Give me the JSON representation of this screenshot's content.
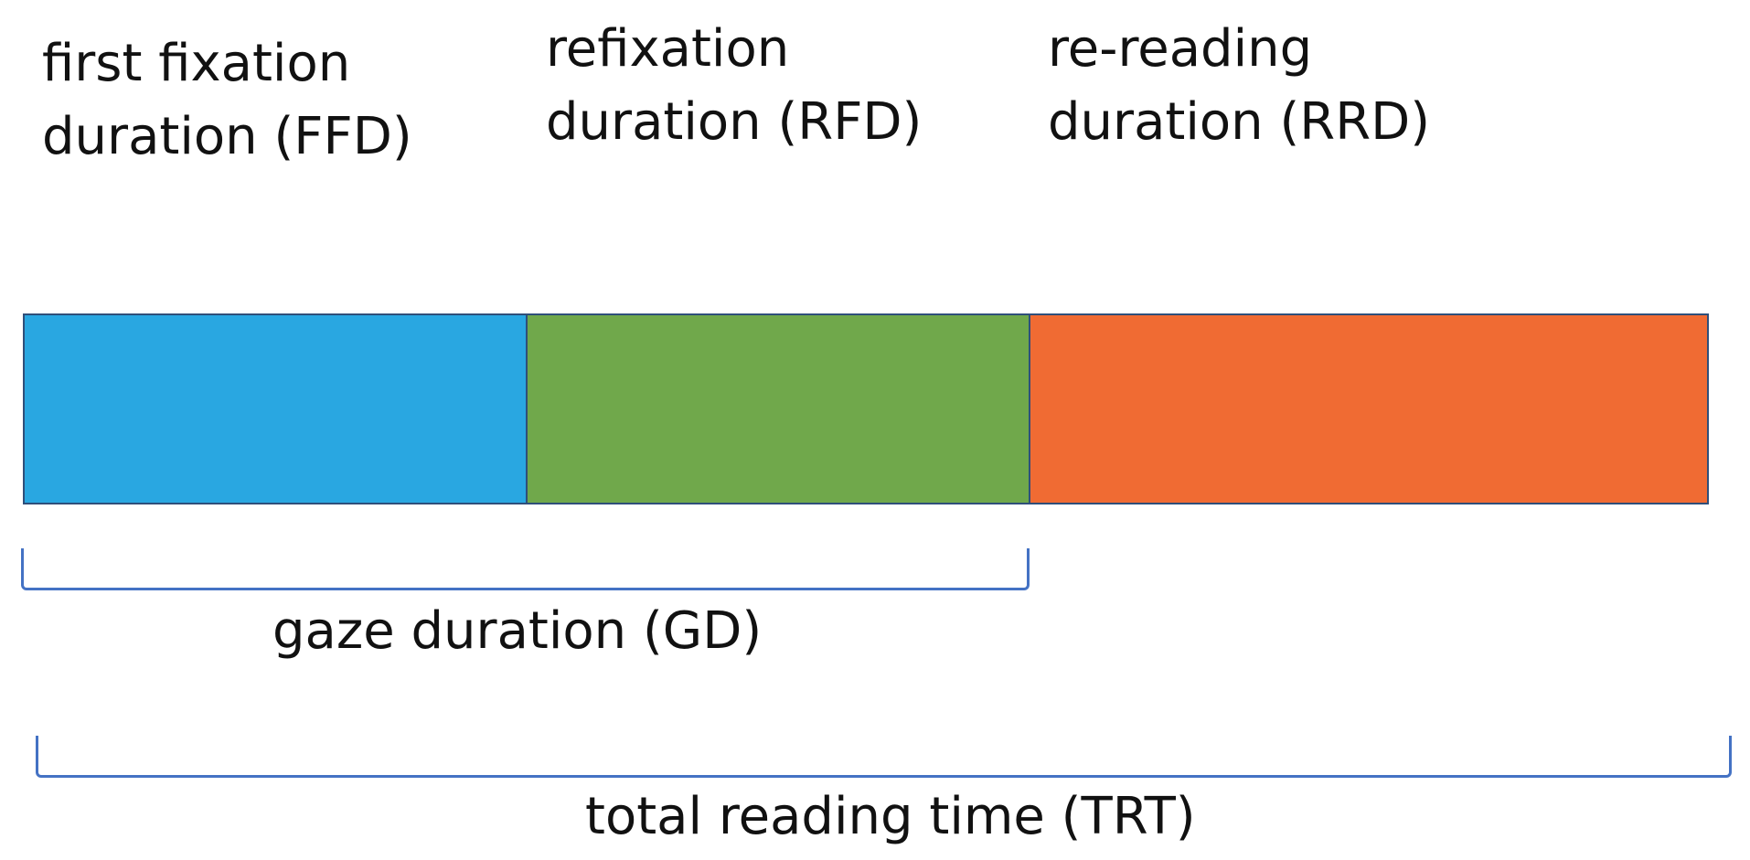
{
  "diagram": {
    "segments": [
      {
        "id": "ffd",
        "label": "first fixation\nduration (FFD)",
        "color": "#29a7e1"
      },
      {
        "id": "rfd",
        "label": "refixation\nduration (RFD)",
        "color": "#70a84b"
      },
      {
        "id": "rrd",
        "label": "re-reading\nduration (RRD)",
        "color": "#f06b33"
      }
    ],
    "brackets": [
      {
        "id": "gd",
        "label": "gaze duration (GD)",
        "spans": [
          "ffd",
          "rfd"
        ]
      },
      {
        "id": "trt",
        "label": "total reading time (TRT)",
        "spans": [
          "ffd",
          "rfd",
          "rrd"
        ]
      }
    ],
    "colors": {
      "outline": "#2f4f7a",
      "bracket": "#4472c4"
    }
  }
}
